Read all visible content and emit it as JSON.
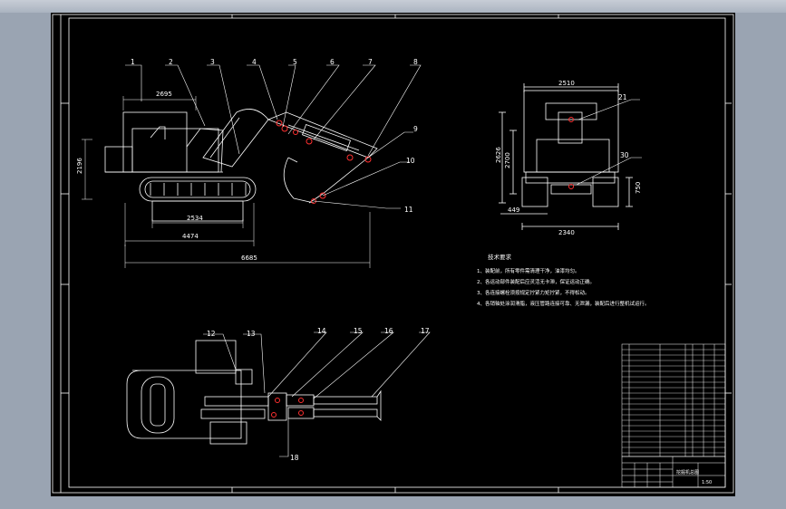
{
  "window": {
    "title": ""
  },
  "callouts": [
    "1",
    "2",
    "3",
    "4",
    "5",
    "6",
    "7",
    "8",
    "9",
    "10",
    "11",
    "12",
    "13",
    "14",
    "15",
    "16",
    "17",
    "18",
    "21",
    "30"
  ],
  "dimensions": {
    "d2695": "2695",
    "d2196": "2196",
    "d2534": "2534",
    "d4474": "4474",
    "d6685": "6685",
    "d2510": "2510",
    "d2626": "2626",
    "d2700": "2700",
    "d449": "449",
    "d750": "750",
    "d2340": "2340"
  },
  "notes": {
    "title": "技术要求",
    "lines": [
      "1、装配前，所有零件需清理干净，油漆均匀。",
      "2、各运动部件装配后应灵活无卡滞，保证运动正确。",
      "3、各连接螺栓须按规定拧紧力矩拧紧，不得松动。",
      "4、各销轴处涂润滑脂，液压管路连接可靠、无泄漏，装配后进行整机试运行。"
    ]
  },
  "title_block": {
    "drawing_name": "挖掘机总图",
    "scale": "1:50"
  },
  "colors": {
    "background": "#000000",
    "border": "#ffffff",
    "parts": "#ffffff",
    "leaders": "#ff2020",
    "dimensions": "#ffffff",
    "window_chrome": "#9aa4b2"
  }
}
